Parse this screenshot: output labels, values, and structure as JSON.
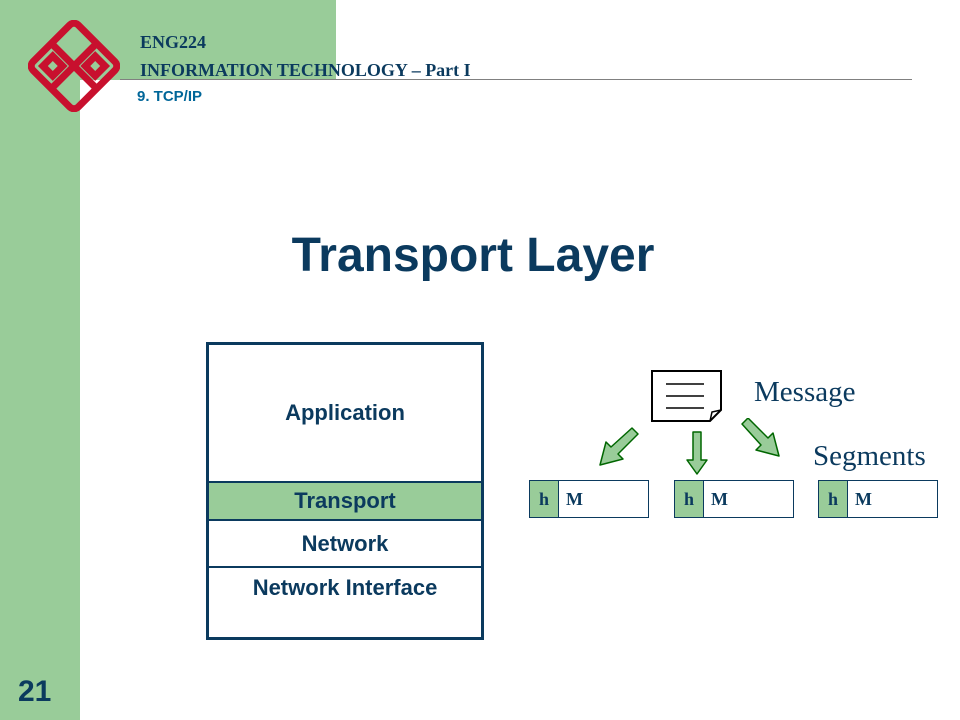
{
  "header": {
    "course_code": "ENG224",
    "course_title": "INFORMATION TECHNOLOGY – Part I",
    "section": "9. TCP/IP"
  },
  "slide": {
    "title": "Transport Layer",
    "page_number": "21"
  },
  "stack": {
    "layers": [
      "Application",
      "Transport",
      "Network",
      "Network Interface"
    ],
    "highlighted": "Transport"
  },
  "diagram": {
    "message_label": "Message",
    "segments_label": "Segments",
    "segments": [
      {
        "header": "h",
        "body": "M"
      },
      {
        "header": "h",
        "body": "M"
      },
      {
        "header": "h",
        "body": "M"
      }
    ]
  },
  "colors": {
    "accent_green": "#99cc99",
    "navy": "#0b3a5e",
    "logo_red": "#c8102e",
    "section_blue": "#006699"
  },
  "icons": {
    "logo": "university-logo-icon",
    "message": "document-icon",
    "arrows": "split-arrows-icon"
  }
}
